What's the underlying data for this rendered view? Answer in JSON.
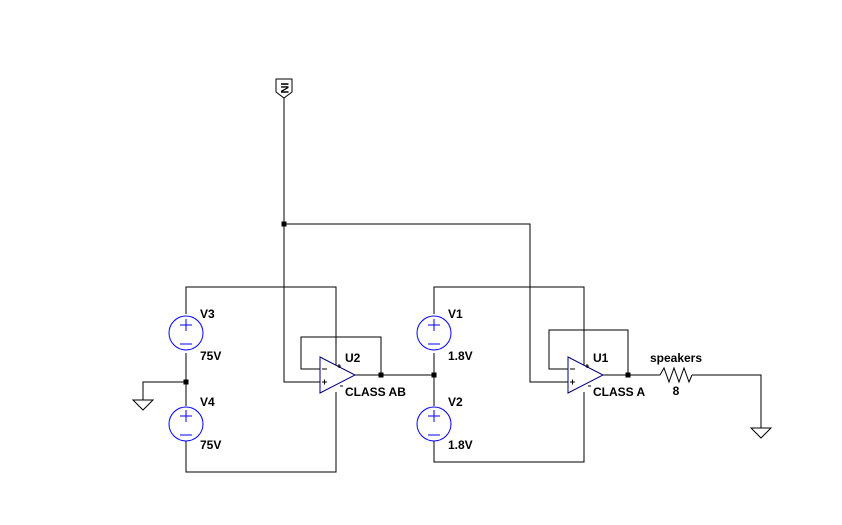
{
  "input_port": {
    "label": "IN"
  },
  "sources": {
    "v3": {
      "name": "V3",
      "value": "75V"
    },
    "v4": {
      "name": "V4",
      "value": "75V"
    },
    "v1": {
      "name": "V1",
      "value": "1.8V"
    },
    "v2": {
      "name": "V2",
      "value": "1.8V"
    }
  },
  "opamps": {
    "u2": {
      "name": "U2",
      "model": "CLASS AB"
    },
    "u1": {
      "name": "U1",
      "model": "CLASS A"
    }
  },
  "load": {
    "name": "speakers",
    "value": "8"
  },
  "colors": {
    "wire": "#000000",
    "source": "#0000ff",
    "opamp": "#000080"
  }
}
